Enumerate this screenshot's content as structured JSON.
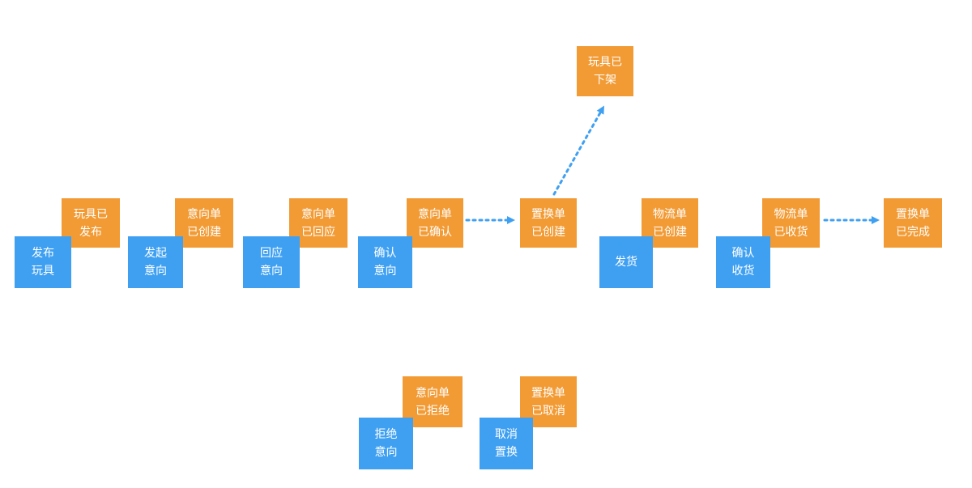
{
  "colors": {
    "state": "#F29B35",
    "action": "#3FA0F2",
    "arrow": "#3FA0F2"
  },
  "states": {
    "toy_published": "玩具已\n发布",
    "intent_created": "意向单\n已创建",
    "intent_replied": "意向单\n已回应",
    "intent_confirmed": "意向单\n已确认",
    "swap_created": "置换单\n已创建",
    "toy_removed": "玩具已\n下架",
    "logistics_created": "物流单\n已创建",
    "logistics_received": "物流单\n已收货",
    "swap_completed": "置换单\n已完成",
    "intent_rejected": "意向单\n已拒绝",
    "swap_cancelled": "置换单\n已取消"
  },
  "actions": {
    "publish_toy": "发布\n玩具",
    "initiate_intent": "发起\n意向",
    "reply_intent": "回应\n意向",
    "confirm_intent": "确认\n意向",
    "ship": "发货",
    "confirm_receipt": "确认\n收货",
    "reject_intent": "拒绝\n意向",
    "cancel_swap": "取消\n置换"
  }
}
